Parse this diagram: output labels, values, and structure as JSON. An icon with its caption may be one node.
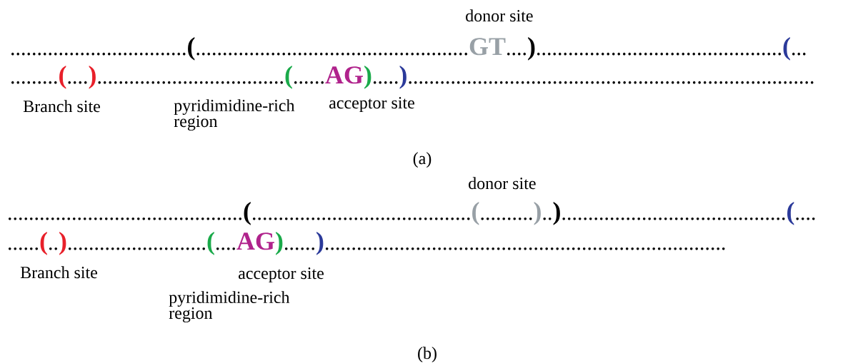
{
  "diagram": {
    "labels": [
      "donor site",
      ".................................",
      "(",
      "...................................................",
      "GT",
      "....",
      ")",
      "..............................................",
      "(",
      "...",
      ".........",
      "(",
      "....",
      ")",
      "...................................",
      "(",
      "......",
      "AG",
      ")",
      ".....",
      ")",
      "............................................................................",
      "Branch site",
      "pyridimidine-rich region",
      "acceptor site",
      "(a)",
      "donor site",
      "............................................",
      "(",
      ".........................................",
      "(",
      "..........",
      ")",
      "..",
      ")",
      "..........................................",
      "(",
      "....",
      "......",
      "(",
      "..",
      ")",
      "..........................",
      "(",
      "....",
      "AG",
      ")",
      "......",
      ")",
      "...........................................................................",
      "Branch site",
      "acceptor site",
      "pyridimidine-rich region",
      "(b)"
    ]
  }
}
